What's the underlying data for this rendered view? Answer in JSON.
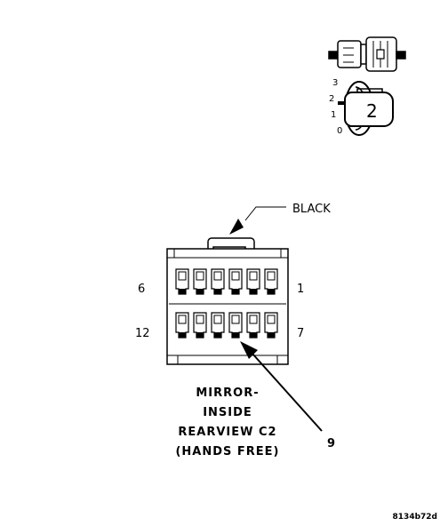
{
  "diagram": {
    "color_label": "BLACK",
    "pin_labels": {
      "top_left": "6",
      "top_right": "1",
      "bottom_left": "12",
      "bottom_right": "7"
    },
    "callout_pin": "9",
    "title_lines": [
      "MIRROR-",
      "INSIDE",
      "REARVIEW C2",
      "(HANDS FREE)"
    ],
    "figure_id": "8134b72d"
  },
  "inset": {
    "scale_numbers": [
      "3",
      "2",
      "1",
      "0"
    ],
    "key_number": "2"
  },
  "colors": {
    "ink": "#000000",
    "background": "#ffffff"
  }
}
